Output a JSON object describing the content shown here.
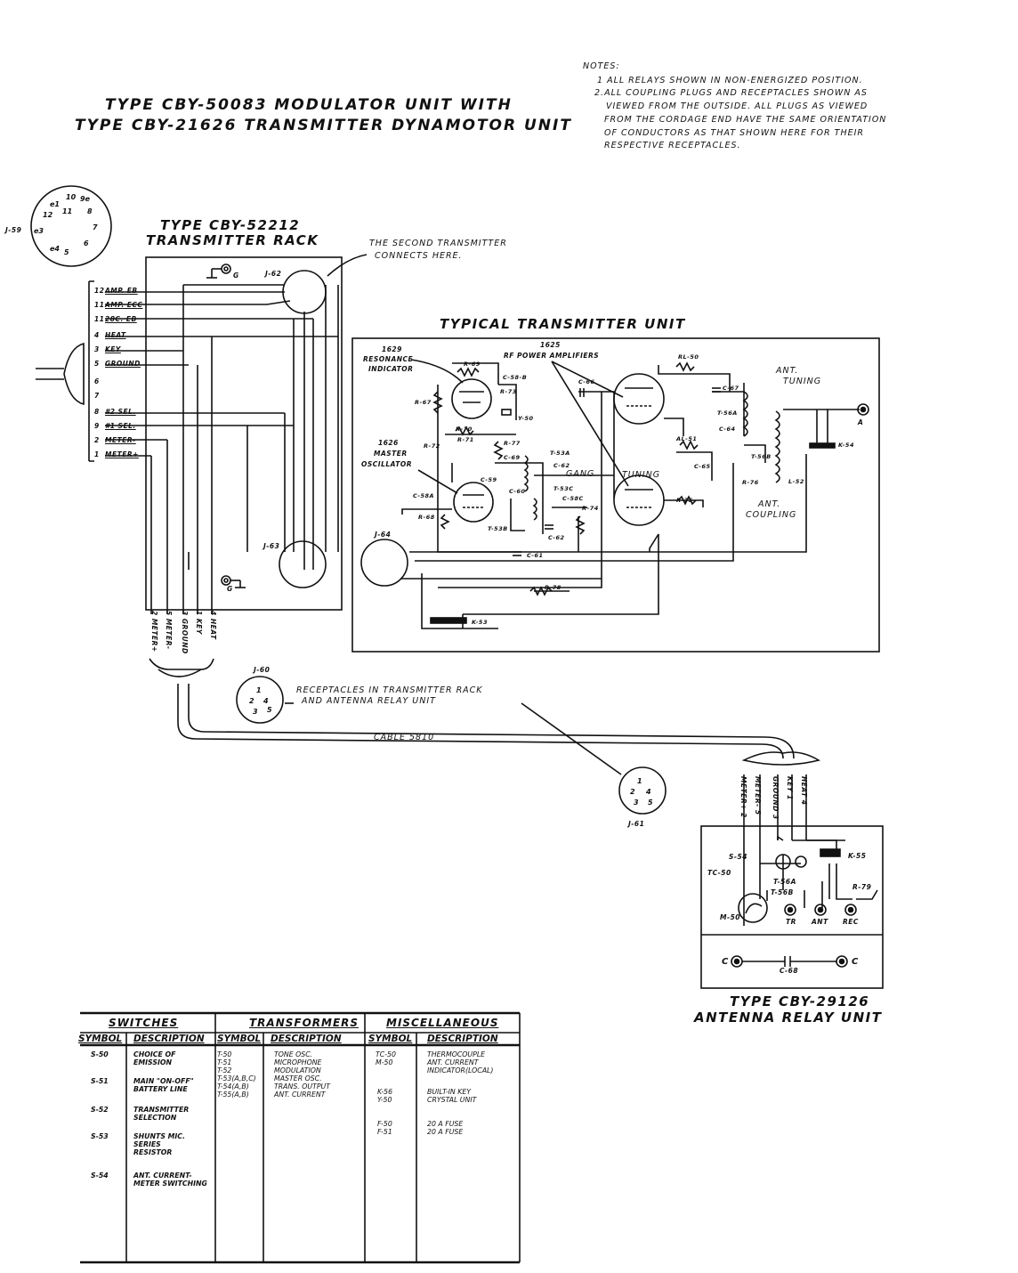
{
  "title": {
    "line1": "TYPE CBY-50083 MODULATOR UNIT WITH",
    "line2": "TYPE CBY-21626 TRANSMITTER DYNAMOTOR UNIT"
  },
  "notes": {
    "heading": "NOTES:",
    "items": [
      "1 ALL RELAYS SHOWN IN NON-ENERGIZED POSITION.",
      "2.ALL COUPLING PLUGS AND RECEPTACLES SHOWN AS",
      "VIEWED FROM THE OUTSIDE. ALL PLUGS AS VIEWED",
      "FROM THE CORDAGE END HAVE THE SAME ORIENTATION",
      "OF CONDUCTORS AS THAT SHOWN HERE FOR THEIR",
      "RESPECTIVE RECEPTACLES."
    ]
  },
  "rack": {
    "title1": "TYPE CBY-52212",
    "title2": "TRANSMITTER RACK",
    "second_tx_note1": "THE SECOND TRANSMITTER",
    "second_tx_note2": "CONNECTS HERE.",
    "j59": "J-59",
    "j62": "J-62",
    "j63": "J-63",
    "g_top": "G",
    "g_bottom": "G",
    "cord_labels": [
      "2 METER+",
      "5 METER-",
      "3 GROUND",
      "1 KEY",
      "4 HEAT"
    ]
  },
  "plug_pins": [
    {
      "num": "12",
      "label": "AMP. Eb"
    },
    {
      "num": "11",
      "label": "AMP. Ecc"
    },
    {
      "num": "11",
      "label": "28C. Eb"
    },
    {
      "num": "4",
      "label": "HEAT"
    },
    {
      "num": "3",
      "label": "KEY"
    },
    {
      "num": "5",
      "label": "GROUND"
    },
    {
      "num": "6",
      "label": ""
    },
    {
      "num": "7",
      "label": ""
    },
    {
      "num": "8",
      "label": "#2 SEL."
    },
    {
      "num": "9",
      "label": "#1 SEL."
    },
    {
      "num": "2",
      "label": "METER-"
    },
    {
      "num": "1",
      "label": "METER+"
    }
  ],
  "transmitter": {
    "title": "TYPICAL TRANSMITTER UNIT",
    "tube1": "1629",
    "tube1_desc1": "RESONANCE",
    "tube1_desc2": "INDICATOR",
    "tube2": "1625",
    "tube2_desc": "RF POWER AMPLIFIERS",
    "tube3": "1626",
    "tube3_desc1": "MASTER",
    "tube3_desc2": "OSCILLATOR",
    "ant_tuning1": "ANT.",
    "ant_tuning2": "TUNING",
    "ant_coupling1": "ANT.",
    "ant_coupling2": "COUPLING",
    "gang": "GANG",
    "tuning": "TUNING",
    "terminal_a": "A",
    "j64": "J-64",
    "components": [
      "R-69",
      "C-58-B",
      "R-73",
      "Y-50",
      "C-66",
      "RL-50",
      "C-67",
      "T-56A",
      "R-67",
      "R-70",
      "R-71",
      "R-77",
      "R-72",
      "T-53A",
      "C-69",
      "C-62",
      "C-59",
      "C-60",
      "T-53C",
      "C-58C",
      "C-58A",
      "R-68",
      "T-53B",
      "C-61",
      "C-62",
      "R-74",
      "AL-51",
      "C-64",
      "C-65",
      "T-56B",
      "R-76",
      "R-75",
      "L-52",
      "K-54",
      "R-78",
      "K-53"
    ]
  },
  "cable": {
    "j60": "J-60",
    "receptacles1": "RECEPTACLES IN TRANSMITTER RACK",
    "receptacles2": "AND ANTENNA RELAY UNIT",
    "cable_name": "CABLE 5810",
    "j61": "J-61"
  },
  "relay_unit": {
    "title1": "TYPE CBY-29126",
    "title2": "ANTENNA RELAY UNIT",
    "cord_labels": [
      "METER+ 2",
      "METER- 5",
      "GROUND 3",
      "KEY 1",
      "HEAT 4"
    ],
    "s54": "S-54",
    "tc50": "TC-50",
    "t56a": "T-56A",
    "t56b": "T-56B",
    "k55": "K-55",
    "r79": "R-79",
    "m50": "M-50",
    "tr": "TR",
    "ant": "ANT",
    "rec": "REC",
    "c_left": "C",
    "c_right": "C",
    "c68": "C-68"
  },
  "legend": {
    "switches_title": "SWITCHES",
    "transformers_title": "TRANSFORMERS",
    "misc_title": "MISCELLANEOUS",
    "col_symbol": "SYMBOL",
    "col_description": "DESCRIPTION",
    "switches": [
      {
        "symbol": "S-50",
        "description": "CHOICE OF\nEMISSION"
      },
      {
        "symbol": "S-51",
        "description": "MAIN \"ON-OFF\"\nBATTERY LINE"
      },
      {
        "symbol": "S-52",
        "description": "TRANSMITTER\nSELECTION"
      },
      {
        "symbol": "S-53",
        "description": "SHUNTS MIC.\nSERIES\nRESISTOR"
      },
      {
        "symbol": "S-54",
        "description": "ANT. CURRENT-\nMETER SWITCHING"
      }
    ],
    "transformers_symbols": "T-50\nT-51\nT-52\nT-53(A,B,C)\nT-54(A,B)\nT-55(A,B)",
    "transformers_desc": "TONE OSC.\nMICROPHONE\nMODULATION\nMASTER OSC.\nTRANS. OUTPUT\nANT. CURRENT",
    "misc_symbols_1": "TC-50\nM-50",
    "misc_desc_1": "THERMOCOUPLE\nANT. CURRENT\nINDICATOR(LOCAL)",
    "misc_symbols_2": "K-56\nY-50",
    "misc_desc_2": "BUILT-IN KEY\nCRYSTAL UNIT",
    "misc_symbols_3": "F-50\nF-51",
    "misc_desc_3": "20 A FUSE\n20 A FUSE"
  }
}
